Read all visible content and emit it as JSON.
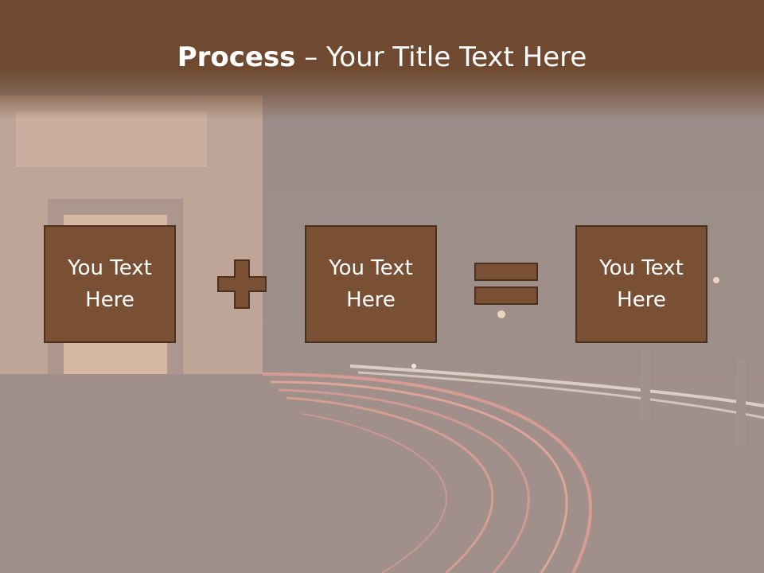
{
  "slide": {
    "title_bold": "Process",
    "title_rest": " – Your Title Text Here"
  },
  "boxes": [
    {
      "text": "You Text Here"
    },
    {
      "text": "You Text Here"
    },
    {
      "text": "You Text Here"
    }
  ],
  "operators": [
    "plus-icon",
    "equals-icon"
  ],
  "colors": {
    "header": "#6f4a30",
    "box_fill": "#7a5035",
    "box_border": "#4d2f1e",
    "text": "#ffffff"
  }
}
